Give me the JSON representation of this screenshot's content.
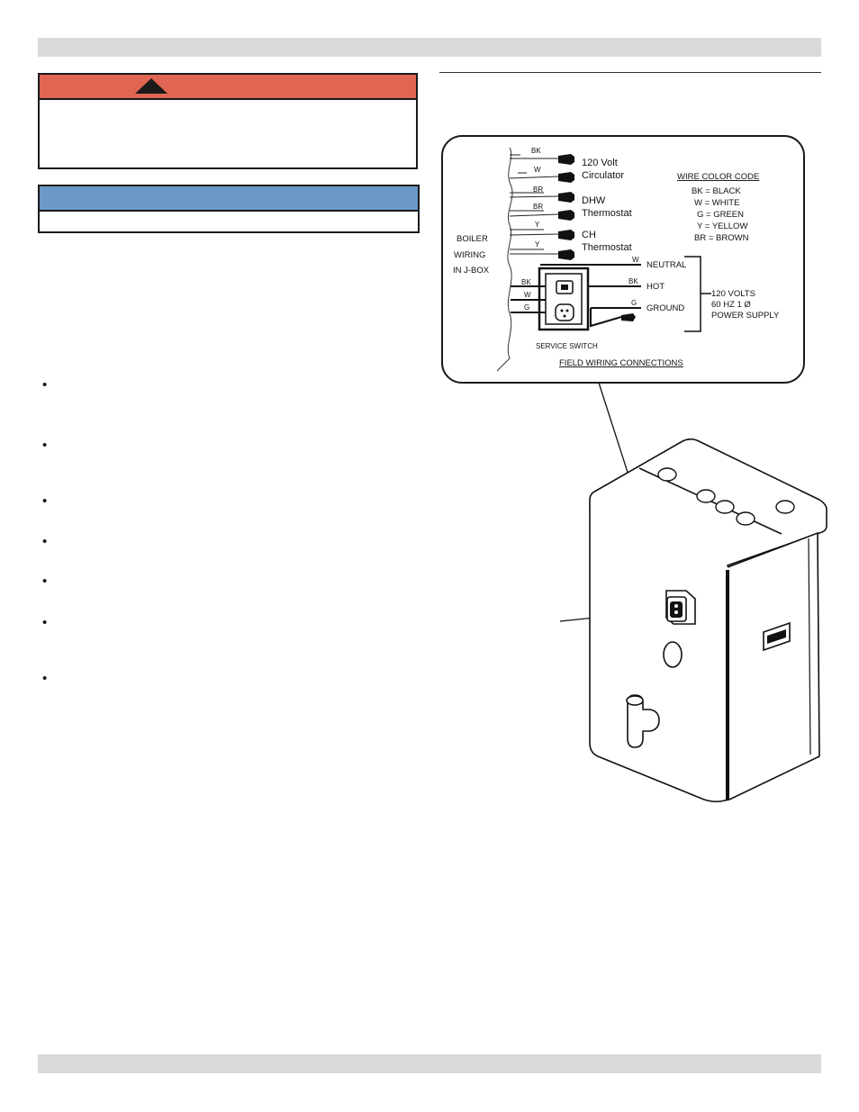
{
  "diagram": {
    "wire_labels": {
      "bk1": "BK",
      "w1": "W",
      "br1": "BR",
      "br2": "BR",
      "y1": "Y",
      "y2": "Y",
      "w_neutral": "W",
      "bk_hot": "BK",
      "g_ground": "G",
      "bk_left": "BK",
      "w_left": "W",
      "g_left": "G"
    },
    "terminals": {
      "circ_line1": "120 Volt",
      "circ_line2": "Circulator",
      "dhw_line1": "DHW",
      "dhw_line2": "Thermostat",
      "ch_line1": "CH",
      "ch_line2": "Thermostat"
    },
    "boiler_wiring": {
      "line1": "BOILER",
      "line2": "WIRING",
      "line3": "IN J-BOX"
    },
    "power": {
      "neutral": "NEUTRAL",
      "hot": "HOT",
      "ground": "GROUND"
    },
    "supply": {
      "line1": "120 VOLTS",
      "line2": "60 HZ 1 Ø",
      "line3": "POWER SUPPLY"
    },
    "color_code": {
      "title": "WIRE COLOR CODE",
      "items": [
        "BK = BLACK",
        "W = WHITE",
        "G = GREEN",
        "Y = YELLOW",
        "BR = BROWN"
      ]
    },
    "service_switch": "SERVICE SWITCH",
    "caption": "FIELD WIRING CONNECTIONS"
  },
  "bullets": [
    "•",
    "•",
    "•",
    "•",
    "•",
    "•",
    "•"
  ],
  "icons": {
    "warning": "warning-triangle-icon"
  },
  "colors": {
    "warning_header": "#e06552",
    "notice_header": "#6b98c7",
    "page_bars": "#d9d9d9"
  }
}
